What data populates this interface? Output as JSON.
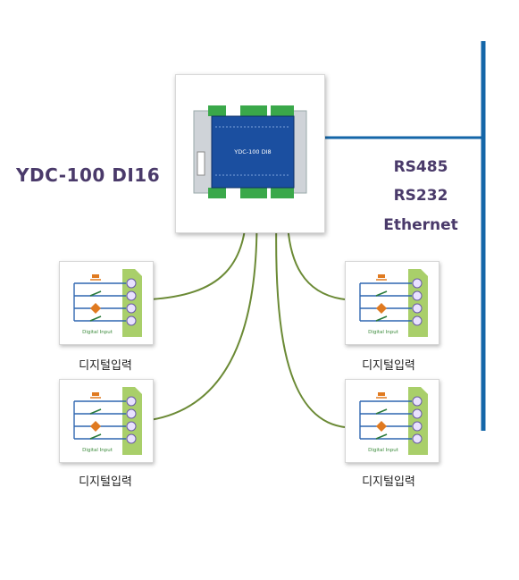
{
  "device": {
    "name": "YDC-100  DI16",
    "panel_label": "YDC-100 DI8"
  },
  "protocols": [
    "RS485",
    "RS232",
    "Ethernet"
  ],
  "inputs": [
    {
      "caption": "디지털입력",
      "card_label": "Digital Input"
    },
    {
      "caption": "디지털입력",
      "card_label": "Digital Input"
    },
    {
      "caption": "디지털입력",
      "card_label": "Digital Input"
    },
    {
      "caption": "디지털입력",
      "card_label": "Digital Input"
    }
  ],
  "colors": {
    "bus": "#1466a8",
    "wire": "#6b8a35",
    "title": "#4a3a6a",
    "terminal_green": "#3aa84a",
    "panel_blue": "#1b4fa0",
    "card_strip": "#a9cf6a"
  }
}
